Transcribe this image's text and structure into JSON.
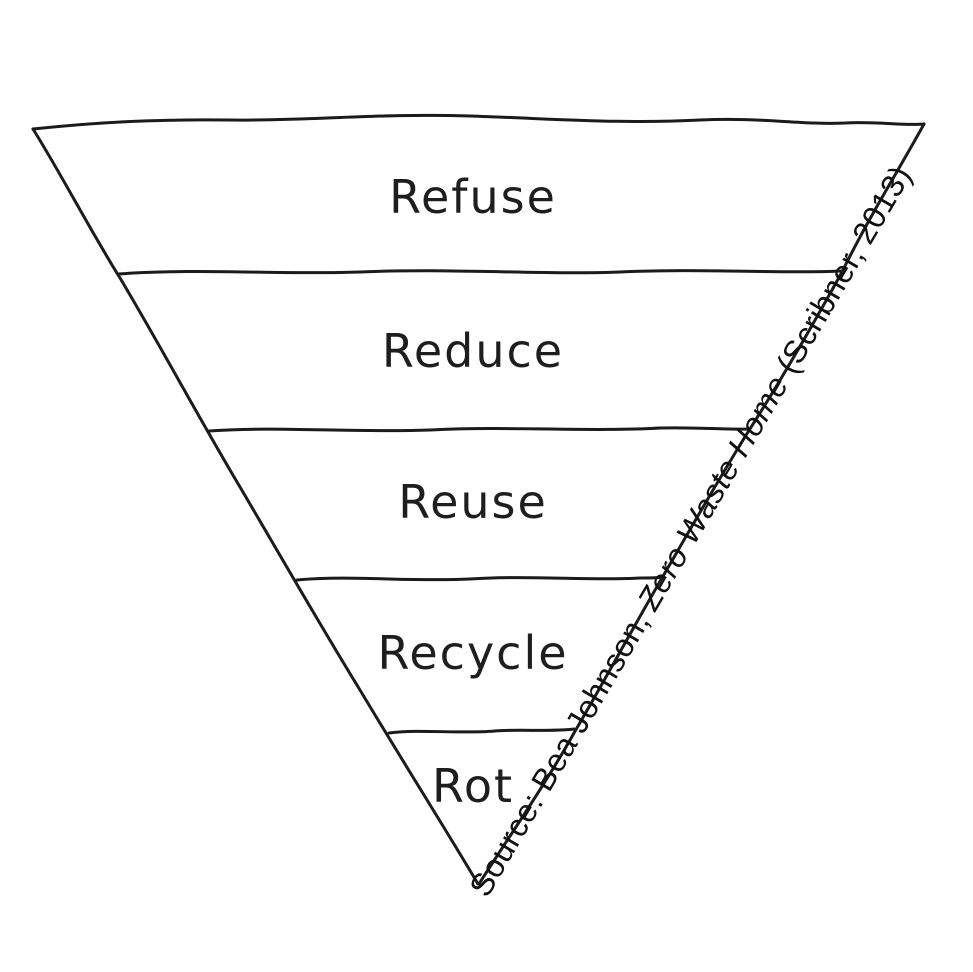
{
  "pyramid": {
    "type": "inverted-pyramid",
    "tiers": [
      {
        "label": "Refuse"
      },
      {
        "label": "Reduce"
      },
      {
        "label": "Reuse"
      },
      {
        "label": "Recycle"
      },
      {
        "label": "Rot"
      }
    ]
  },
  "source": {
    "prefix": "Source: Bea Johnson, ",
    "book_title": "Zero Waste Home",
    "suffix": " (Scribner, 2013)"
  },
  "colors": {
    "stroke": "#1b1b1b",
    "text": "#1e1e1e",
    "background": "#ffffff"
  }
}
